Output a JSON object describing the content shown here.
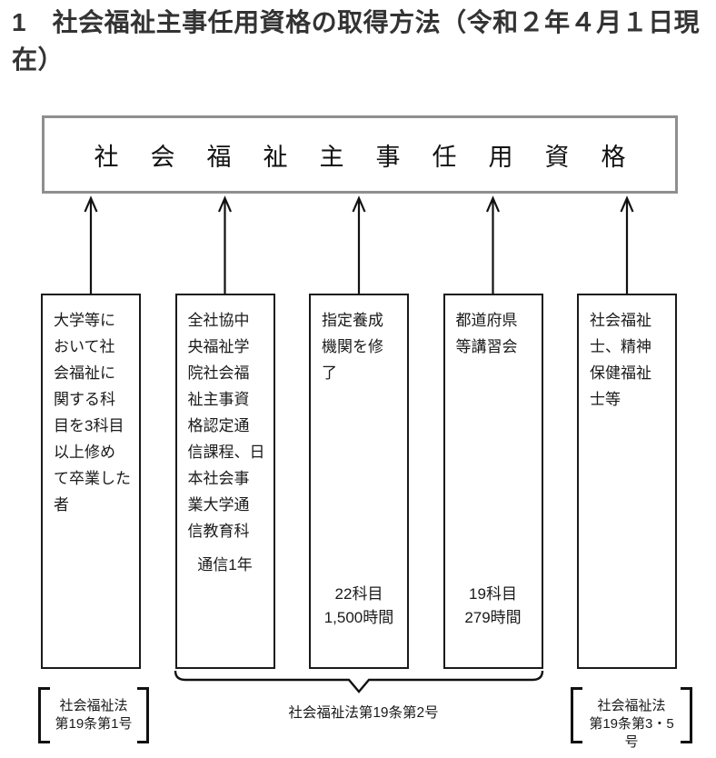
{
  "page": {
    "title": "1　社会福祉主事任用資格の取得方法（令和２年４月１日現\n在）"
  },
  "diagram": {
    "result_label": "社会福祉主事任用資格",
    "routes": [
      {
        "text": "大学等に\nおいて社\n会福祉に\n関する科\n目を3科目\n以上修め\nて卒業した\n者",
        "note": ""
      },
      {
        "text": "全社協中\n央福祉学\n院社会福\n祉主事資\n格認定通\n信課程、日\n本社会事\n業大学通\n信教育科",
        "note": "通信1年"
      },
      {
        "text": "指定養成\n機関を修\n了",
        "note": "22科目\n1,500時間"
      },
      {
        "text": "都道府県\n等講習会",
        "note": "19科目\n279時間"
      },
      {
        "text": "社会福祉\n士、精神\n保健福祉\n士等",
        "note": ""
      }
    ],
    "legal_refs": {
      "left": "社会福祉法\n第19条第1号",
      "middle": "社会福祉法第19条第2号",
      "right": "社会福祉法\n第19条第3・5号"
    }
  },
  "colors": {
    "title_text": "#333333",
    "box_border": "#1a1a1a",
    "result_box_border": "#8f8f8f",
    "connector": "#111111"
  }
}
